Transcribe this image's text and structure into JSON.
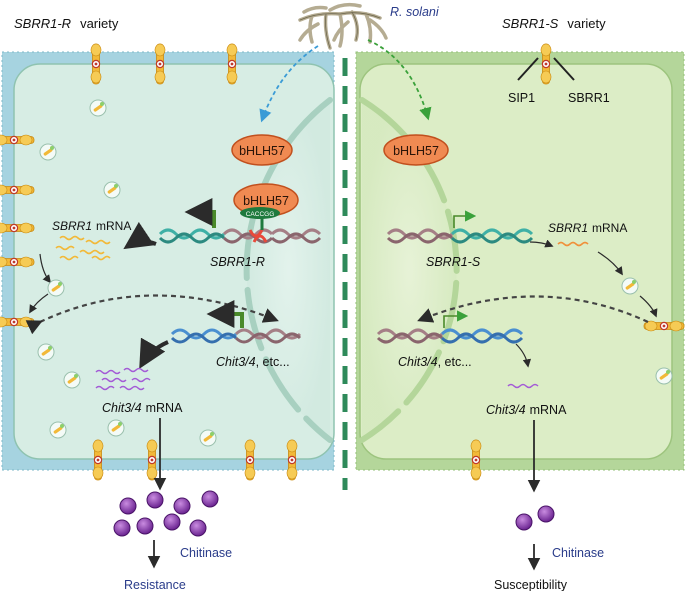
{
  "left_panel": {
    "variety_gene": "SBRR1-R",
    "variety_word": "variety",
    "tf_cytoplasm": "bHLH57",
    "tf_bound": "bHLH57",
    "motif": "CACCGG",
    "gene_label": "SBRR1-R",
    "mrna_gene": "SBRR1",
    "mrna_word": "mRNA",
    "chit_gene": "Chit3/4",
    "chit_suffix": ", etc...",
    "chit_mrna_gene": "Chit3/4",
    "chit_mrna_word": "mRNA",
    "chitinase": "Chitinase",
    "outcome": "Resistance"
  },
  "right_panel": {
    "variety_gene": "SBRR1-S",
    "variety_word": "variety",
    "sip1": "SIP1",
    "sbrr1": "SBRR1",
    "tf_cytoplasm": "bHLH57",
    "gene_label": "SBRR1-S",
    "mrna_gene": "SBRR1",
    "mrna_word": "mRNA",
    "chit_gene": "Chit3/4",
    "chit_suffix": ", etc...",
    "chit_mrna_gene": "Chit3/4",
    "chit_mrna_word": "mRNA",
    "chitinase": "Chitinase",
    "outcome": "Susceptibility"
  },
  "pathogen": "R. solani",
  "colors": {
    "left_cell": "#d7ede4",
    "right_cell": "#dcedc6",
    "wall_left": "#a6d3e0",
    "wall_right": "#b4d69a",
    "tf_fill": "#f08a52",
    "chitinase": "#8a3aa8",
    "arrow_green": "#4a8a2a",
    "dna_teal": "#3fb0a6",
    "dna_mauve": "#a57f86",
    "dna_blue": "#4a8fd0"
  }
}
